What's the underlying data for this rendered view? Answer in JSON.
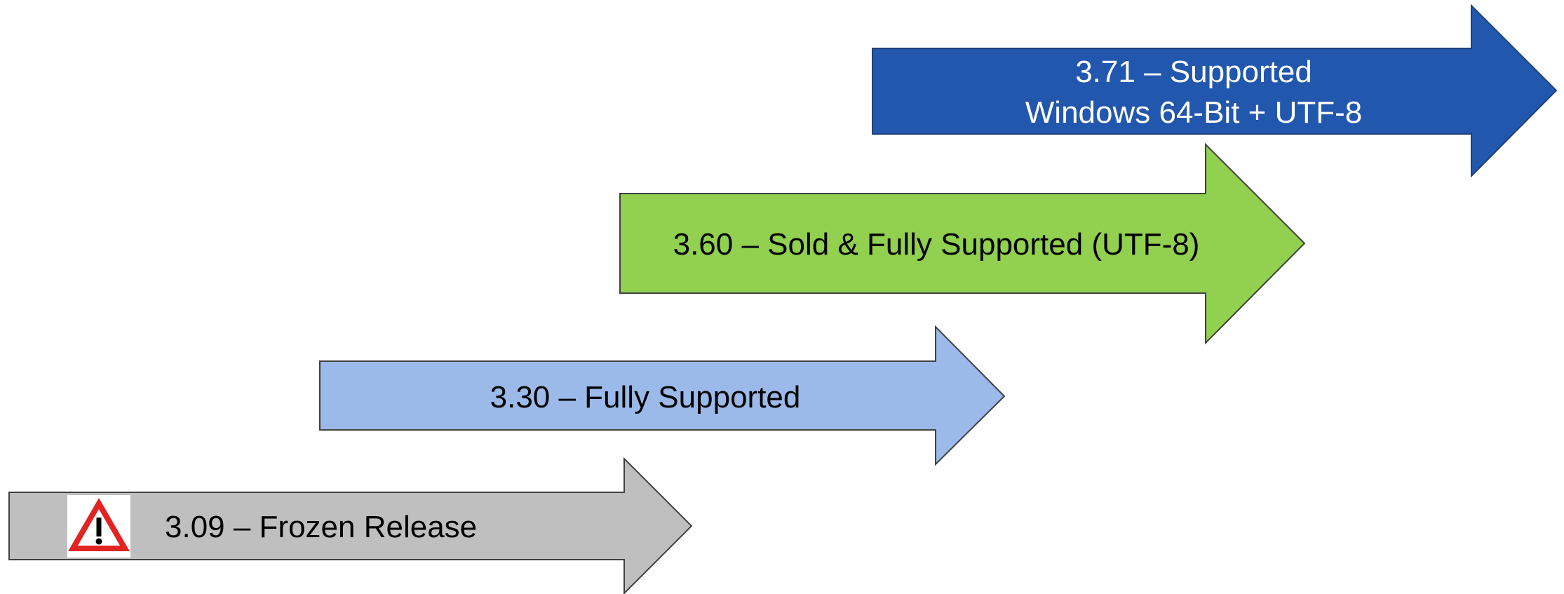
{
  "diagram": {
    "arrows": [
      {
        "id": "3.09",
        "lines": [
          "3.09 – Frozen Release"
        ],
        "fill": "#BFBFBF",
        "stroke": "#404040",
        "text_color": "#000000",
        "icon": "warning-icon"
      },
      {
        "id": "3.30",
        "lines": [
          "3.30 – Fully Supported"
        ],
        "fill": "#9BBAE9",
        "stroke": "#404040",
        "text_color": "#000000"
      },
      {
        "id": "3.60",
        "lines": [
          "3.60 – Sold & Fully Supported (UTF-8)"
        ],
        "fill": "#92D050",
        "stroke": "#404040",
        "text_color": "#000000"
      },
      {
        "id": "3.71",
        "lines": [
          "3.71 – Supported",
          "Windows 64-Bit + UTF-8"
        ],
        "fill": "#2257AE",
        "stroke": "#1F3F78",
        "text_color": "#FFFFFF"
      }
    ]
  }
}
